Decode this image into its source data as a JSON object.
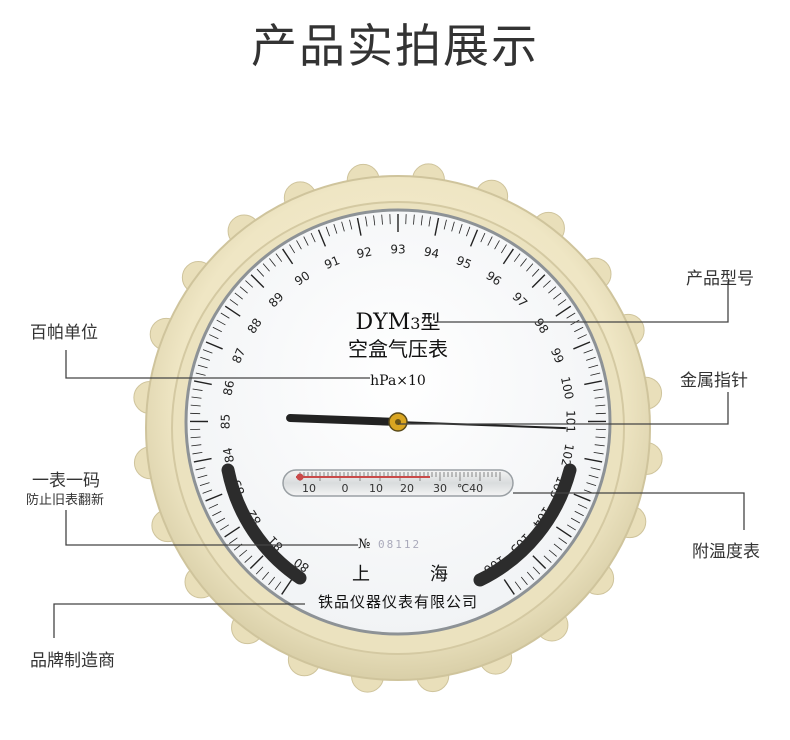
{
  "title": "产品实拍展示",
  "callouts": {
    "model": "产品型号",
    "unit": "百帕单位",
    "pointer": "金属指针",
    "one_per_unit": "一表一码",
    "anti_fake": "防止旧表翻新",
    "thermometer": "附温度表",
    "maker": "品牌制造商"
  },
  "dial": {
    "model": "DYM",
    "model_num": "3",
    "model_suffix": "型",
    "name": "空盒气压表",
    "unit": "hPa×10",
    "serial_label": "№",
    "serial": "08112",
    "city_left": "上",
    "city_right": "海",
    "maker": "铁品仪器仪表有限公司",
    "scale_numbers": [
      "80",
      "81",
      "82",
      "83",
      "84",
      "85",
      "86",
      "87",
      "88",
      "89",
      "90",
      "91",
      "92",
      "93",
      "94",
      "95",
      "96",
      "97",
      "98",
      "99",
      "100",
      "101",
      "102",
      "103",
      "104",
      "105",
      "106"
    ],
    "scale_min": 80,
    "scale_max": 106,
    "pointer_value": 101.2,
    "thermo_labels": [
      "10",
      "0",
      "10",
      "20",
      "30",
      "℃40"
    ],
    "colors": {
      "bezel": "#f0e8c8",
      "face": "#ffffff",
      "arc": "#2c2c2c",
      "mercury": "#c94a4a"
    }
  }
}
